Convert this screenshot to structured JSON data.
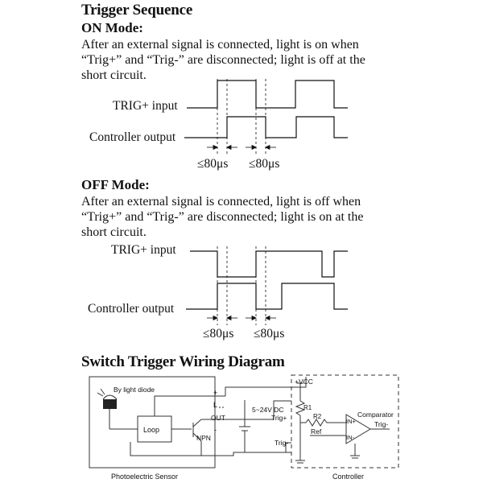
{
  "title": "Trigger Sequence",
  "on_mode": {
    "heading": "ON Mode:",
    "line1": "After an external signal is connected, light is on when",
    "line2": "“Trig+” and “Trig-” are disconnected; light is off at the",
    "line3": "short circuit.",
    "input_label": "TRIG+ input",
    "output_label": "Controller output",
    "delay1": "≤80μs",
    "delay2": "≤80μs"
  },
  "off_mode": {
    "heading": "OFF Mode:",
    "line1": "After an external signal is connected, light is off when",
    "line2": "“Trig+” and “Trig-” are disconnected; light is on at the",
    "line3": "short circuit.",
    "input_label": "TRIG+ input",
    "output_label": "Controller output",
    "delay1": "≤80μs",
    "delay2": "≤80μs"
  },
  "wiring": {
    "heading": "Switch Trigger Wiring Diagram",
    "by_light_diode": "By light diode",
    "loop": "Loop",
    "npn": "NPN",
    "plus": "+",
    "l": "L",
    "out": "OUT",
    "minus": "-",
    "supply": "5~24V DC",
    "trig_plus": "Trig+",
    "trig_minus": "Trig-",
    "vcc": "+VCC",
    "r1": "R1",
    "r2": "R2",
    "ref": "Ref",
    "in_plus": "IN+",
    "in_minus": "IN-",
    "comparator": "Comparator",
    "comp_trig_minus": "Trig-",
    "photo_sensor": "Photoelectric Sensor",
    "controller": "Controller"
  }
}
